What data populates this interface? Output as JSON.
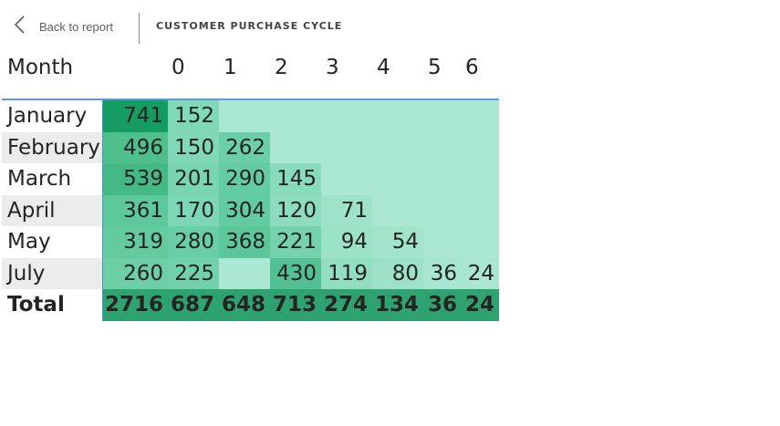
{
  "toolbar": {
    "back_label": "Back to report",
    "page_title": "CUSTOMER PURCHASE CYCLE"
  },
  "matrix": {
    "row_header": "Month",
    "columns": [
      "0",
      "1",
      "2",
      "3",
      "4",
      "5",
      "6"
    ],
    "rows": [
      {
        "label": "January",
        "values": [
          "741",
          "152",
          "",
          "",
          "",
          "",
          ""
        ]
      },
      {
        "label": "February",
        "values": [
          "496",
          "150",
          "262",
          "",
          "",
          "",
          ""
        ]
      },
      {
        "label": "March",
        "values": [
          "539",
          "201",
          "290",
          "145",
          "",
          "",
          ""
        ]
      },
      {
        "label": "April",
        "values": [
          "361",
          "170",
          "304",
          "120",
          "71",
          "",
          ""
        ]
      },
      {
        "label": "May",
        "values": [
          "319",
          "280",
          "368",
          "221",
          "94",
          "54",
          ""
        ]
      },
      {
        "label": "July",
        "values": [
          "260",
          "225",
          "",
          "430",
          "119",
          "80",
          "36",
          "24"
        ]
      }
    ],
    "total": {
      "label": "Total",
      "values": [
        "2716",
        "687",
        "648",
        "713",
        "274",
        "134",
        "36",
        "24"
      ]
    }
  },
  "colors": {
    "empty": "#abe8d4",
    "total": "#2ea270",
    "rule": "#5b9bd5"
  }
}
